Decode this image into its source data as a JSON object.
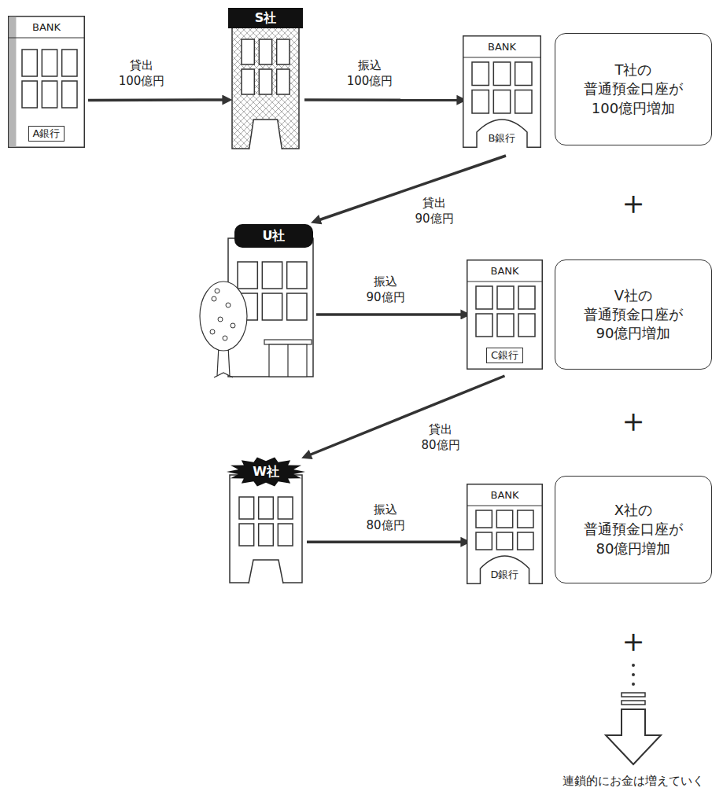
{
  "diagram": {
    "caption": "連鎖的にお金は増えていく",
    "nodes": [
      {
        "text": [
          "BANK",
          "A銀行"
        ]
      },
      {
        "text": [
          "S社"
        ]
      },
      {
        "text": [
          "BANK",
          "B銀行"
        ]
      },
      {
        "text": [
          "T社の 普通預金口座が 100億円増加"
        ]
      },
      {
        "text": [
          "U社"
        ]
      },
      {
        "text": [
          "BANK",
          "C銀行"
        ]
      },
      {
        "text": [
          "V社の 普通預金口座が 90億円増加"
        ]
      },
      {
        "text": [
          "W社"
        ]
      },
      {
        "text": [
          "BANK",
          "D銀行"
        ]
      },
      {
        "text": [
          "X社の 普通預金口座が 80億円増加"
        ]
      }
    ],
    "edges": [
      {
        "from": 0,
        "to": 1,
        "label": "貸出 100億円",
        "arrow": "to"
      },
      {
        "from": 1,
        "to": 2,
        "label": "振込 100億円",
        "arrow": "to"
      },
      {
        "from": 2,
        "to": 4,
        "label": "貸出 90億円",
        "arrow": "to"
      },
      {
        "from": 4,
        "to": 5,
        "label": "振込 90億円",
        "arrow": "to"
      },
      {
        "from": 5,
        "to": 7,
        "label": "貸出 80億円",
        "arrow": "to"
      },
      {
        "from": 7,
        "to": 8,
        "label": "振込 80億円",
        "arrow": "to"
      }
    ],
    "labels": [
      "＋",
      "＋",
      "＋"
    ]
  }
}
